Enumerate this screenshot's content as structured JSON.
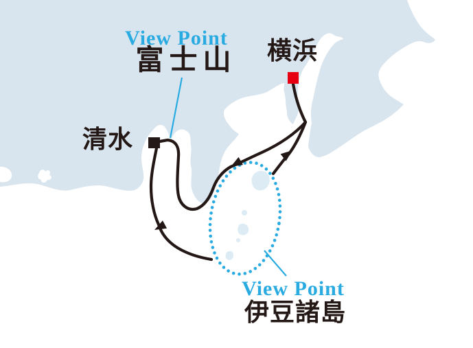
{
  "title": "Cruise route map",
  "labels": {
    "fuji_viewpoint": "View Point",
    "fuji": "富士山",
    "yokohama": "横浜",
    "shimizu": "清水",
    "izu_viewpoint": "View Point",
    "izu_islands": "伊豆諸島"
  },
  "markers": {
    "yokohama": {
      "shape": "square",
      "color": "#e60012"
    },
    "shimizu": {
      "shape": "square",
      "color": "#231815"
    }
  },
  "colors": {
    "land": "#d9e5ee",
    "sea": "#ffffff",
    "island": "#dcebf4",
    "accent_cyan": "#29abe2",
    "marker_red": "#e60012",
    "route_black": "#231815"
  }
}
